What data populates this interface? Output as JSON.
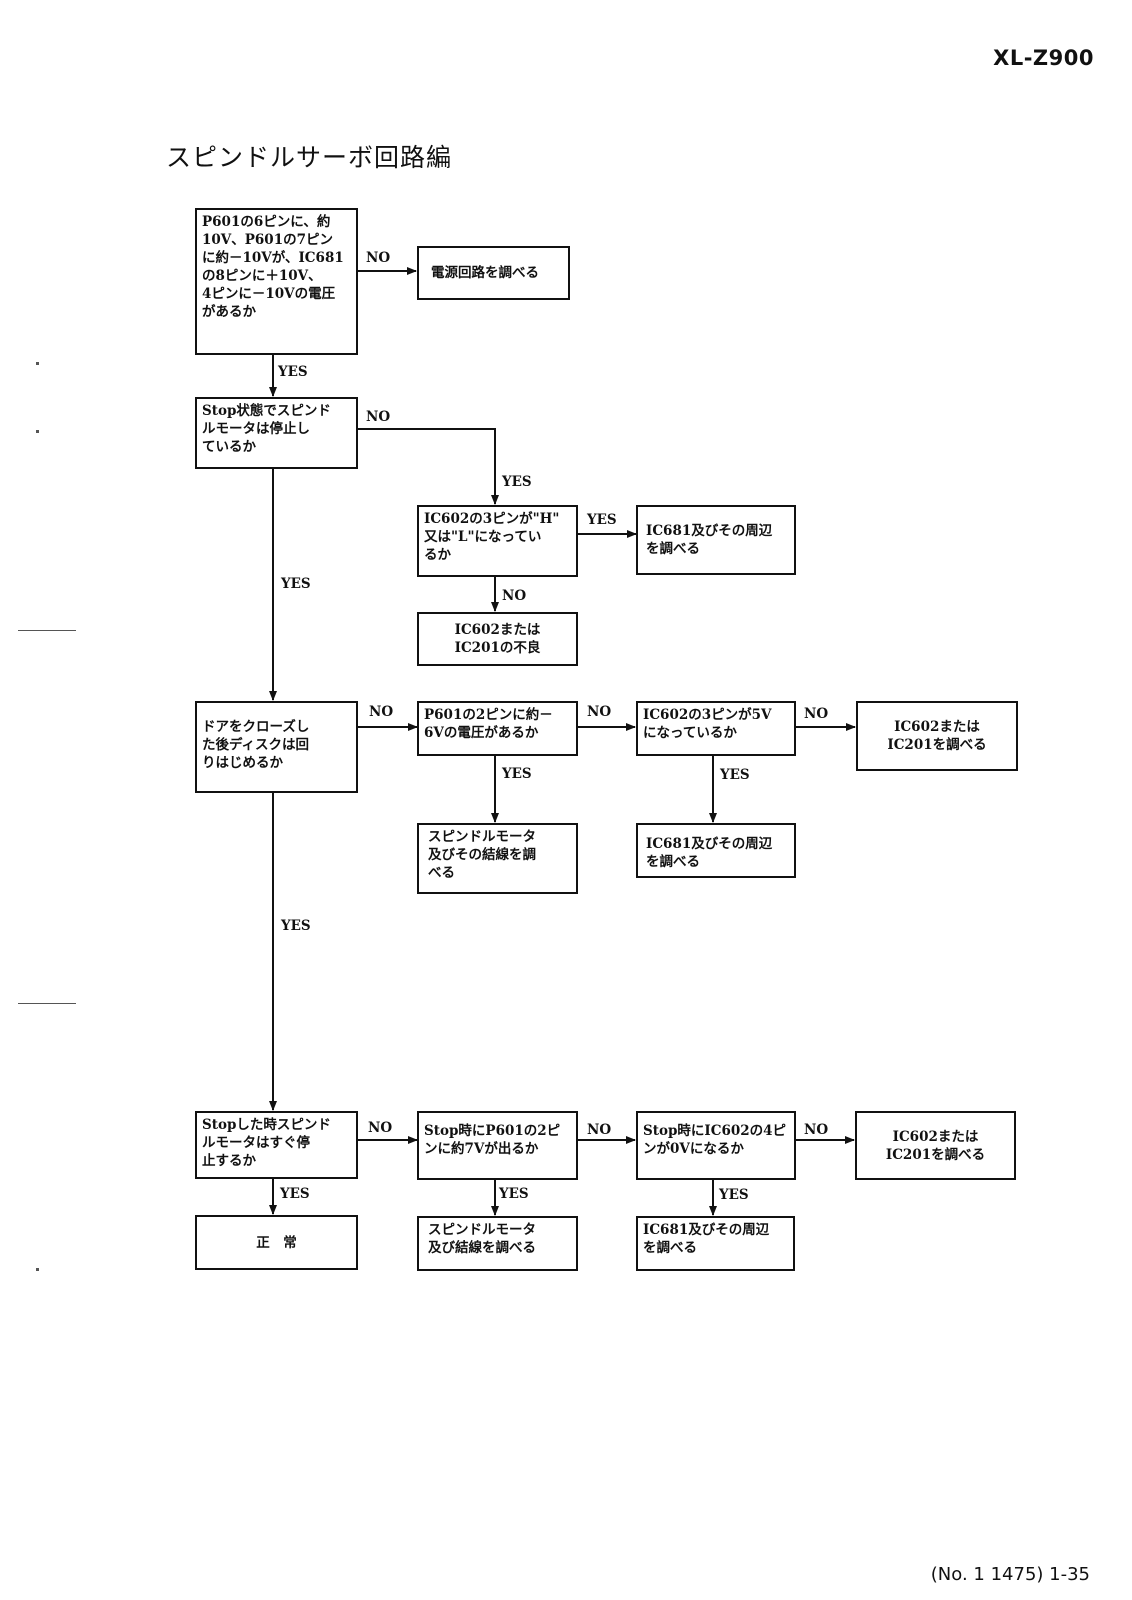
{
  "header": {
    "model": "XL-Z900"
  },
  "title": "スピンドルサーボ回路編",
  "footer": {
    "page_ref": "(No. 1 1475) 1-35"
  },
  "boxes": {
    "b1": "P601の6ピンに、約\n10V、P601の7ピン\nに約－10Vが、IC681\nの8ピンに＋10V、\n4ピンに－10Vの電圧\nがあるか",
    "b2": "電源回路を調べる",
    "b3": "Stop状態でスピンド\nルモータは停止し\nているか",
    "b4": "IC602の3ピンが\"H\"\n又は\"L\"になってい\nるか",
    "b5": "IC681及びその周辺\nを調べる",
    "b6": "IC602または\nIC201の不良",
    "b7": "ドアをクローズし\nた後ディスクは回\nりはじめるか",
    "b8": "P601の2ピンに約－\n6Vの電圧があるか",
    "b9": "IC602の3ピンが5V\nになっているか",
    "b10": "IC602または\nIC201を調べる",
    "b11": "スピンドルモータ\n及びその結線を調\nべる",
    "b12": "IC681及びその周辺\nを調べる",
    "b13": "Stopした時スピンド\nルモータはすぐ停\n止するか",
    "b14": "Stop時にP601の2ピ\nンに約7Vが出るか",
    "b15": "Stop時にIC602の4ピ\nンが0Vになるか",
    "b16": "IC602または\nIC201を調べる",
    "b17": "正　常",
    "b18": "スピンドルモータ\n及び結線を調べる",
    "b19": "IC681及びその周辺\nを調べる"
  },
  "labels": {
    "yes": "YES",
    "no": "NO"
  }
}
